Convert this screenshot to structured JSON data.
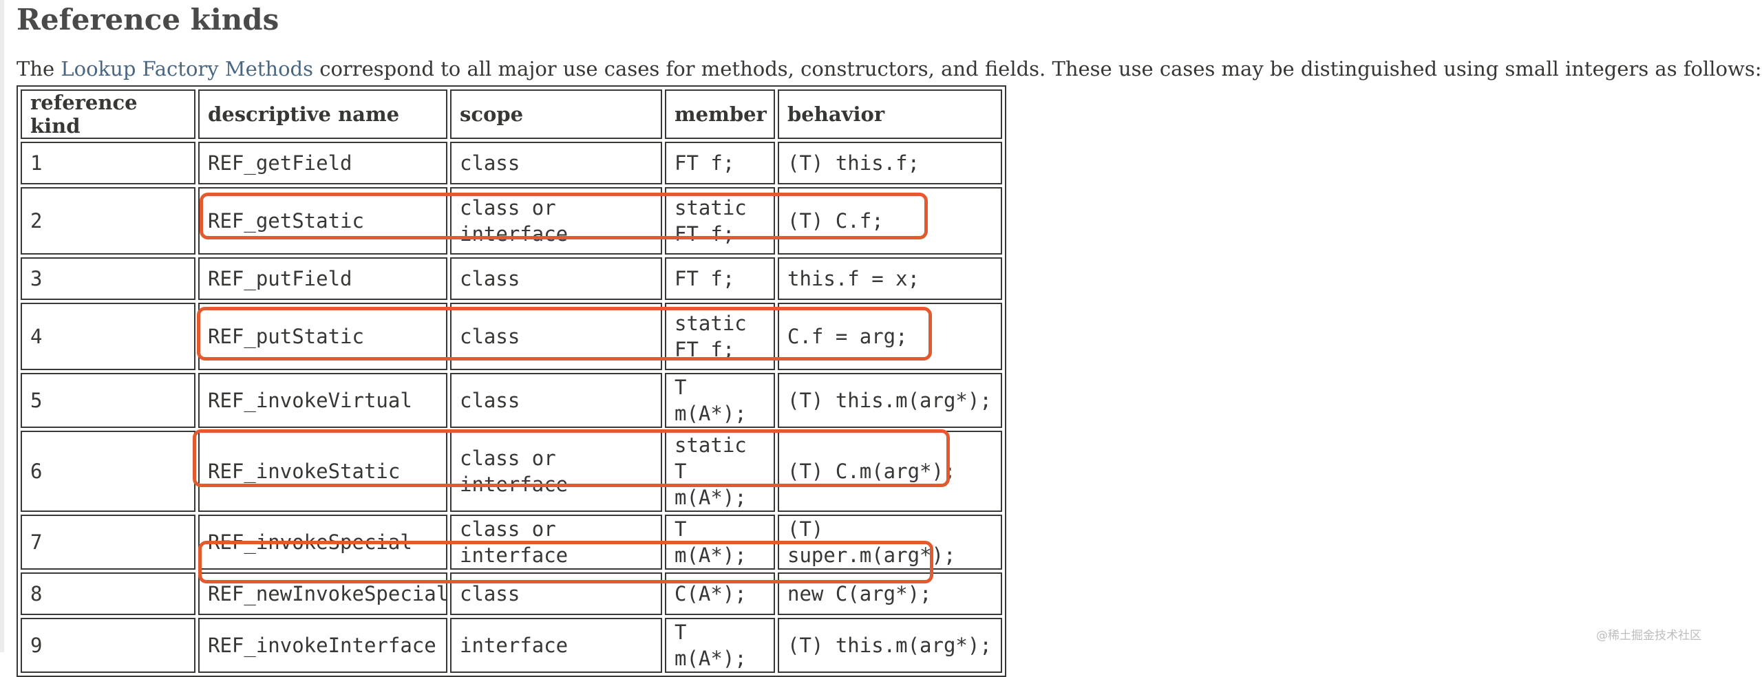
{
  "heading": "Reference kinds",
  "intro": {
    "before": "The ",
    "link": "Lookup Factory Methods",
    "after": " correspond to all major use cases for methods, constructors, and fields. These use cases may be distinguished using small integers as follows:"
  },
  "table": {
    "headers": [
      "reference kind",
      "descriptive name",
      "scope",
      "member",
      "behavior"
    ],
    "rows": [
      {
        "kind": "1",
        "name": "REF_getField",
        "scope": "class",
        "member": "FT f;",
        "behavior": "(T) this.f;"
      },
      {
        "kind": "2",
        "name": "REF_getStatic",
        "scope": "class or interface",
        "member": "static\nFT f;",
        "behavior": "(T) C.f;"
      },
      {
        "kind": "3",
        "name": "REF_putField",
        "scope": "class",
        "member": "FT f;",
        "behavior": "this.f = x;"
      },
      {
        "kind": "4",
        "name": "REF_putStatic",
        "scope": "class",
        "member": "static\nFT f;",
        "behavior": "C.f = arg;"
      },
      {
        "kind": "5",
        "name": "REF_invokeVirtual",
        "scope": "class",
        "member": "T m(A*);",
        "behavior": "(T) this.m(arg*);"
      },
      {
        "kind": "6",
        "name": "REF_invokeStatic",
        "scope": "class or interface",
        "member": "static\nT m(A*);",
        "behavior": "(T) C.m(arg*);"
      },
      {
        "kind": "7",
        "name": "REF_invokeSpecial",
        "scope": "class or interface",
        "member": "T m(A*);",
        "behavior": "(T) super.m(arg*);"
      },
      {
        "kind": "8",
        "name": "REF_newInvokeSpecial",
        "scope": "class",
        "member": "C(A*);",
        "behavior": "new C(arg*);"
      },
      {
        "kind": "9",
        "name": "REF_invokeInterface",
        "scope": "interface",
        "member": "T m(A*);",
        "behavior": "(T) this.m(arg*);"
      }
    ]
  },
  "colors": {
    "highlight": "#e35a2f",
    "link": "#4a6782",
    "text": "#353833"
  },
  "watermark": "@稀土掘金技术社区"
}
